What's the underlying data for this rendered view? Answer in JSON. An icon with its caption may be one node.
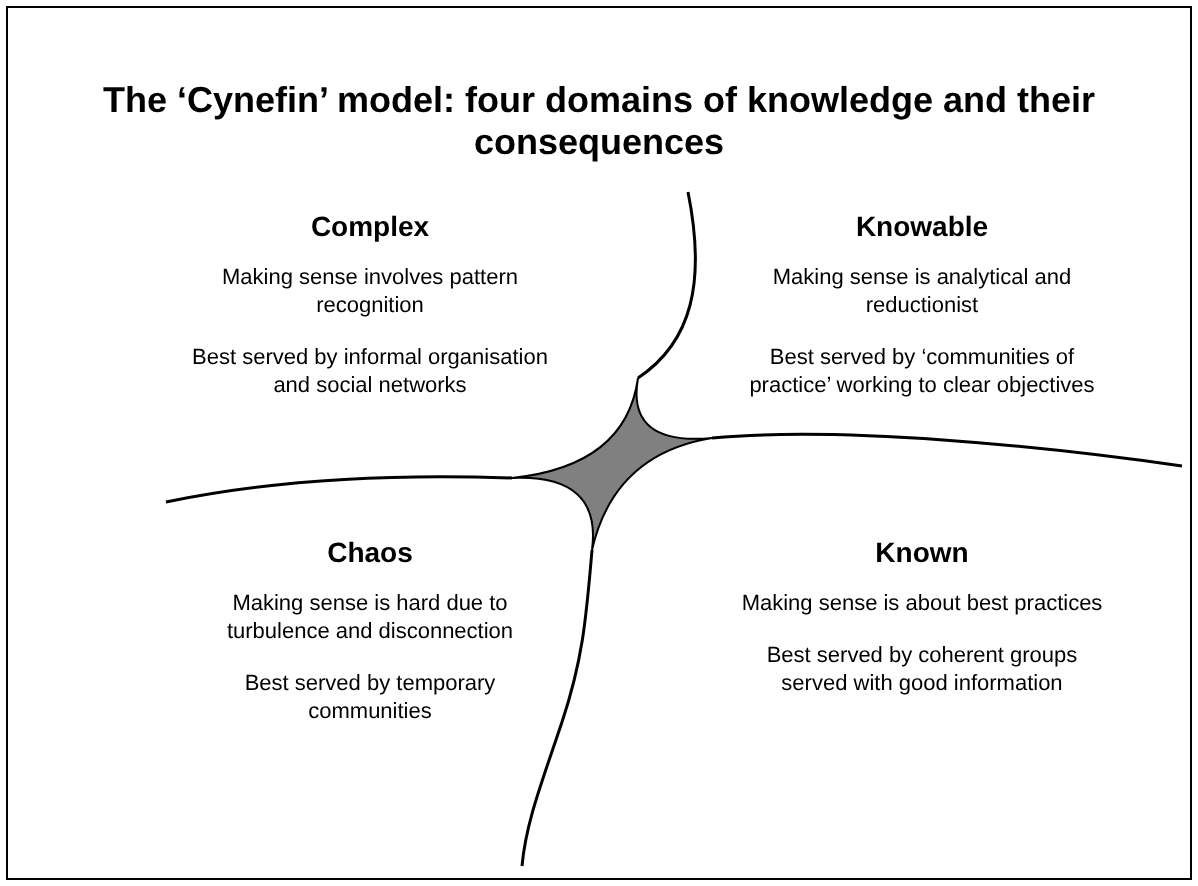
{
  "diagram": {
    "title": "The ‘Cynefin’ model: four domains of knowledge and their consequences",
    "nodes": [
      {
        "text": [
          "Complex",
          "Making sense involves pattern recognition",
          "Best served by informal organisation and social networks"
        ]
      },
      {
        "text": [
          "Knowable",
          "Making sense is analytical and reductionist",
          "Best served by ‘communities of practice’ working to clear objectives"
        ]
      },
      {
        "text": [
          "Chaos",
          "Making sense is hard due to turbulence and disconnection",
          "Best served by temporary communities"
        ]
      },
      {
        "text": [
          "Known",
          "Making sense is about best practices",
          "Best served by coherent groups served with good information"
        ]
      }
    ]
  }
}
